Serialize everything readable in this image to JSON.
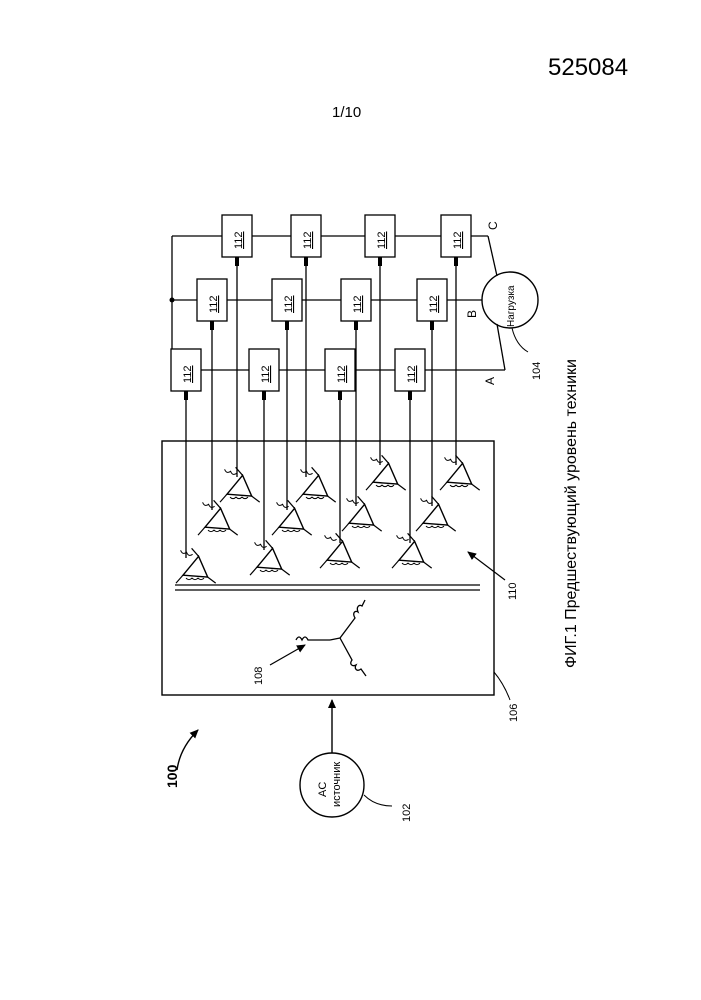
{
  "document_number": "525084",
  "page_number": "1/10",
  "figure_caption": "ФИГ.1 Предшествующий уровень техники",
  "refs": {
    "system": "100",
    "ac_source": "102",
    "load": "104",
    "transformer": "106",
    "primary_winding": "108",
    "secondary_windings": "110"
  },
  "ac_source_label_line1": "AC",
  "ac_source_label_line2": "источник",
  "load_label": "Нагрузка",
  "cell_label": "112",
  "phase_labels": [
    "A",
    "B",
    "C"
  ]
}
